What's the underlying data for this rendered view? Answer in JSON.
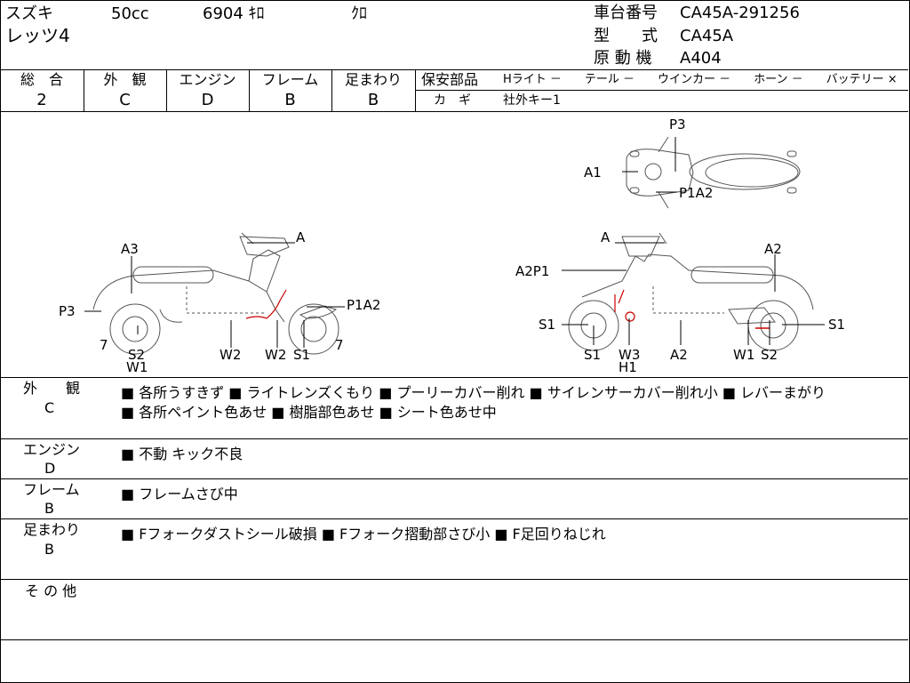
{
  "header": {
    "maker": "スズキ",
    "displacement": "50cc",
    "mileage": "6904 ｷﾛ",
    "color": "ｸﾛ",
    "model_name": "レッツ4",
    "frame_no_label": "車台番号",
    "frame_no": "CA45A-291256",
    "type_label": "型　　式",
    "type": "CA45A",
    "engine_label": "原 動 機",
    "engine": "A404"
  },
  "grades": {
    "overall_label": "総　合",
    "overall": "2",
    "exterior_label": "外　観",
    "exterior": "C",
    "engine_label": "エンジン",
    "engine": "D",
    "frame_label": "フレーム",
    "frame": "B",
    "suspension_label": "足まわり",
    "suspension": "B"
  },
  "safety": {
    "label": "保安部品",
    "items": "Hライト －　　テール －　　ウインカー －　　ホーン －　　バッテリー ×",
    "key_label": "カ　ギ",
    "key_value": "社外キー1"
  },
  "diagram_labels": {
    "top_p3": "P3",
    "top_a1": "A1",
    "top_p1a2": "P1A2",
    "left_a3": "A3",
    "left_a": "A",
    "left_p3": "P3",
    "left_p1a2": "P1A2",
    "left_7a": "7",
    "left_7b": "7",
    "left_s2": "S2",
    "left_w1": "W1",
    "left_w2a": "W2",
    "left_w2b": "W2",
    "left_s1": "S1",
    "right_a": "A",
    "right_a2top": "A2",
    "right_a2p1": "A2P1",
    "right_s1a": "S1",
    "right_s1b": "S1",
    "right_s1c": "S1",
    "right_w3": "W3",
    "right_h1": "H1",
    "right_a2b": "A2",
    "right_w1": "W1",
    "right_s2": "S2"
  },
  "remarks": {
    "exterior_label": "外　　観",
    "exterior_grade": "C",
    "exterior_line1": "■ 各所うすきず ■ ライトレンズくもり ■ プーリーカバー削れ ■ サイレンサーカバー削れ小 ■ レバーまがり",
    "exterior_line2": "■ 各所ペイント色あせ ■ 樹脂部色あせ ■ シート色あせ中",
    "engine_label": "エンジン",
    "engine_grade": "D",
    "engine_line1": "■ 不動 キック不良",
    "frame_label": "フレーム",
    "frame_grade": "B",
    "frame_line1": "■ フレームさび中",
    "suspension_label": "足まわり",
    "suspension_grade": "B",
    "suspension_line1": "■ Fフォークダストシール破損 ■ Fフォーク摺動部さび小 ■ F足回りねじれ",
    "other_label": "そ の 他"
  }
}
